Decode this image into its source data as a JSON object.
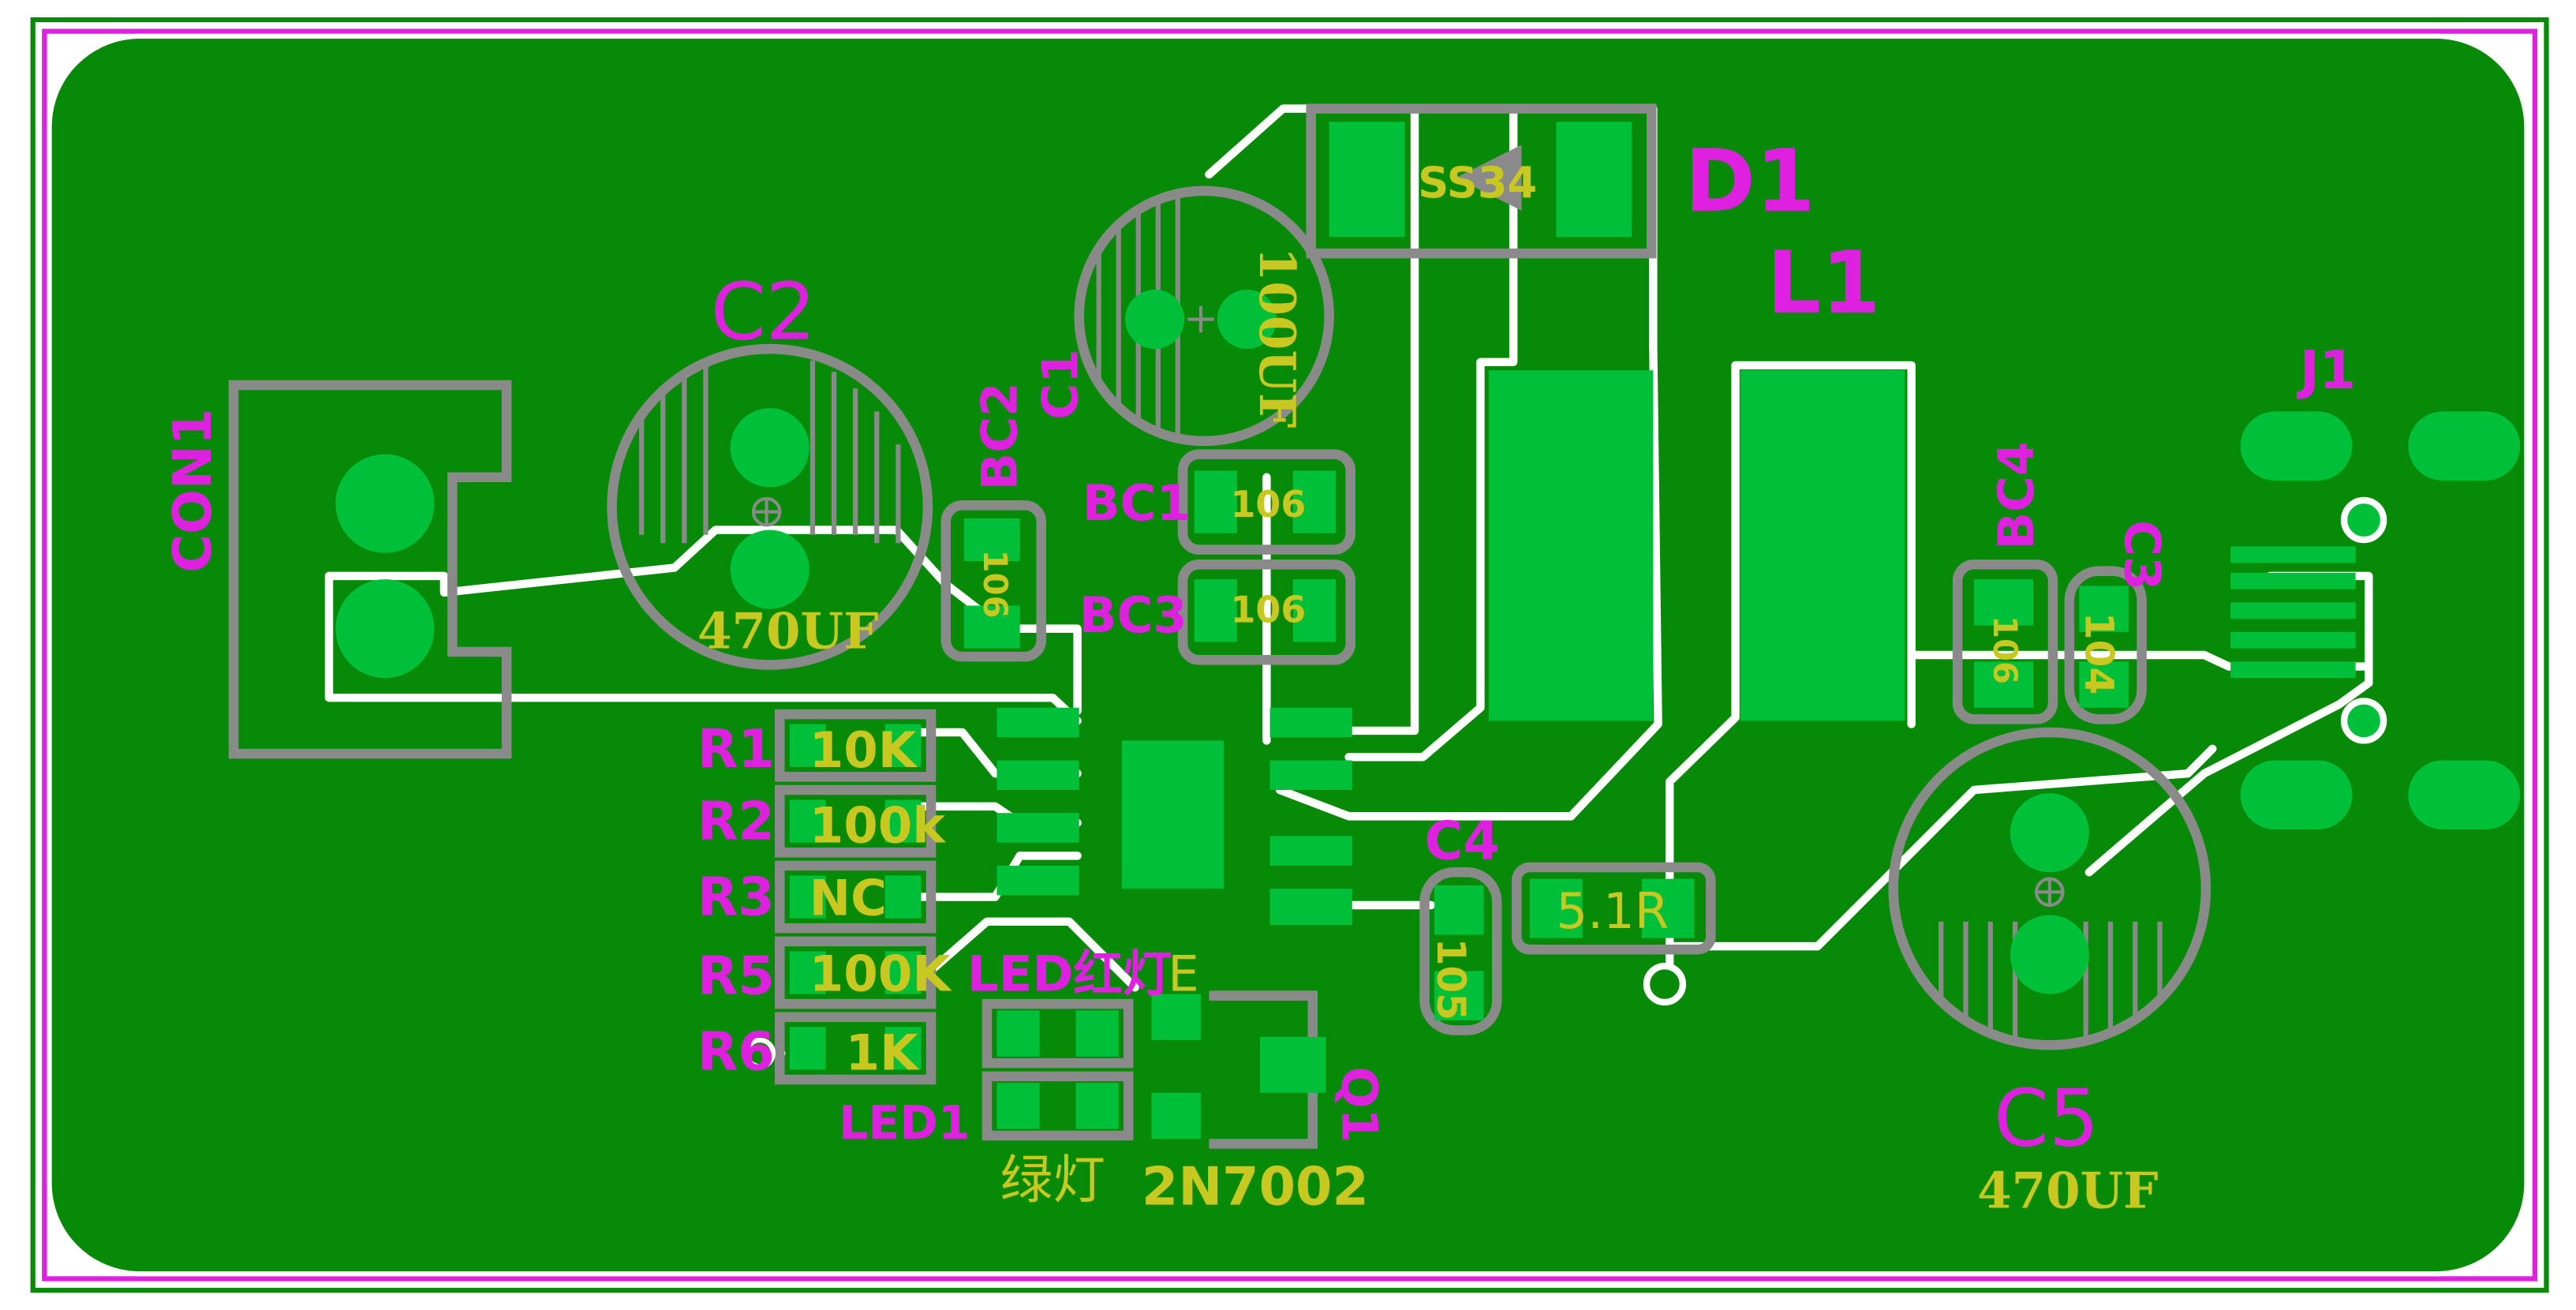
{
  "colors": {
    "board_green": "#078a07",
    "pad_green": "#00c03a",
    "silk_gray": "#8a8a8a",
    "trace_white": "#ffffff",
    "ref_magenta": "#e020e0",
    "val_yellow": "#c8c820",
    "outline_green": "#0a8a0a",
    "keepout_magenta": "#e020e0"
  },
  "labels": {
    "con1": "CON1",
    "c2": "C2",
    "c2_value": "470UF",
    "bc2": "BC2",
    "bc2_value": "106",
    "c1": "C1",
    "c1_value": "100UF",
    "bc1": "BC1",
    "bc1_value": "106",
    "bc3": "BC3",
    "bc3_value": "106",
    "d1": "D1",
    "d1_value": "SS34",
    "l1": "L1",
    "r1": "R1",
    "r1_value": "10K",
    "r2": "R2",
    "r2_value": "100k",
    "r3": "R3",
    "r3_value": "NC",
    "r5": "R5",
    "r5_value": "100K",
    "r6": "R6",
    "r6_value": "1K",
    "led_red": "LED红灯",
    "led_red_suffix": "E",
    "led1": "LED1",
    "green_led": "绿灯",
    "q1_value": "2N7002",
    "q1": "Q1",
    "c4": "C4",
    "c4_value": "105",
    "r4_value": "5.1R",
    "bc4": "BC4",
    "bc4_value": "106",
    "c3": "C3",
    "c3_value": "104",
    "j1": "J1",
    "c5": "C5",
    "c5_value": "470UF"
  }
}
